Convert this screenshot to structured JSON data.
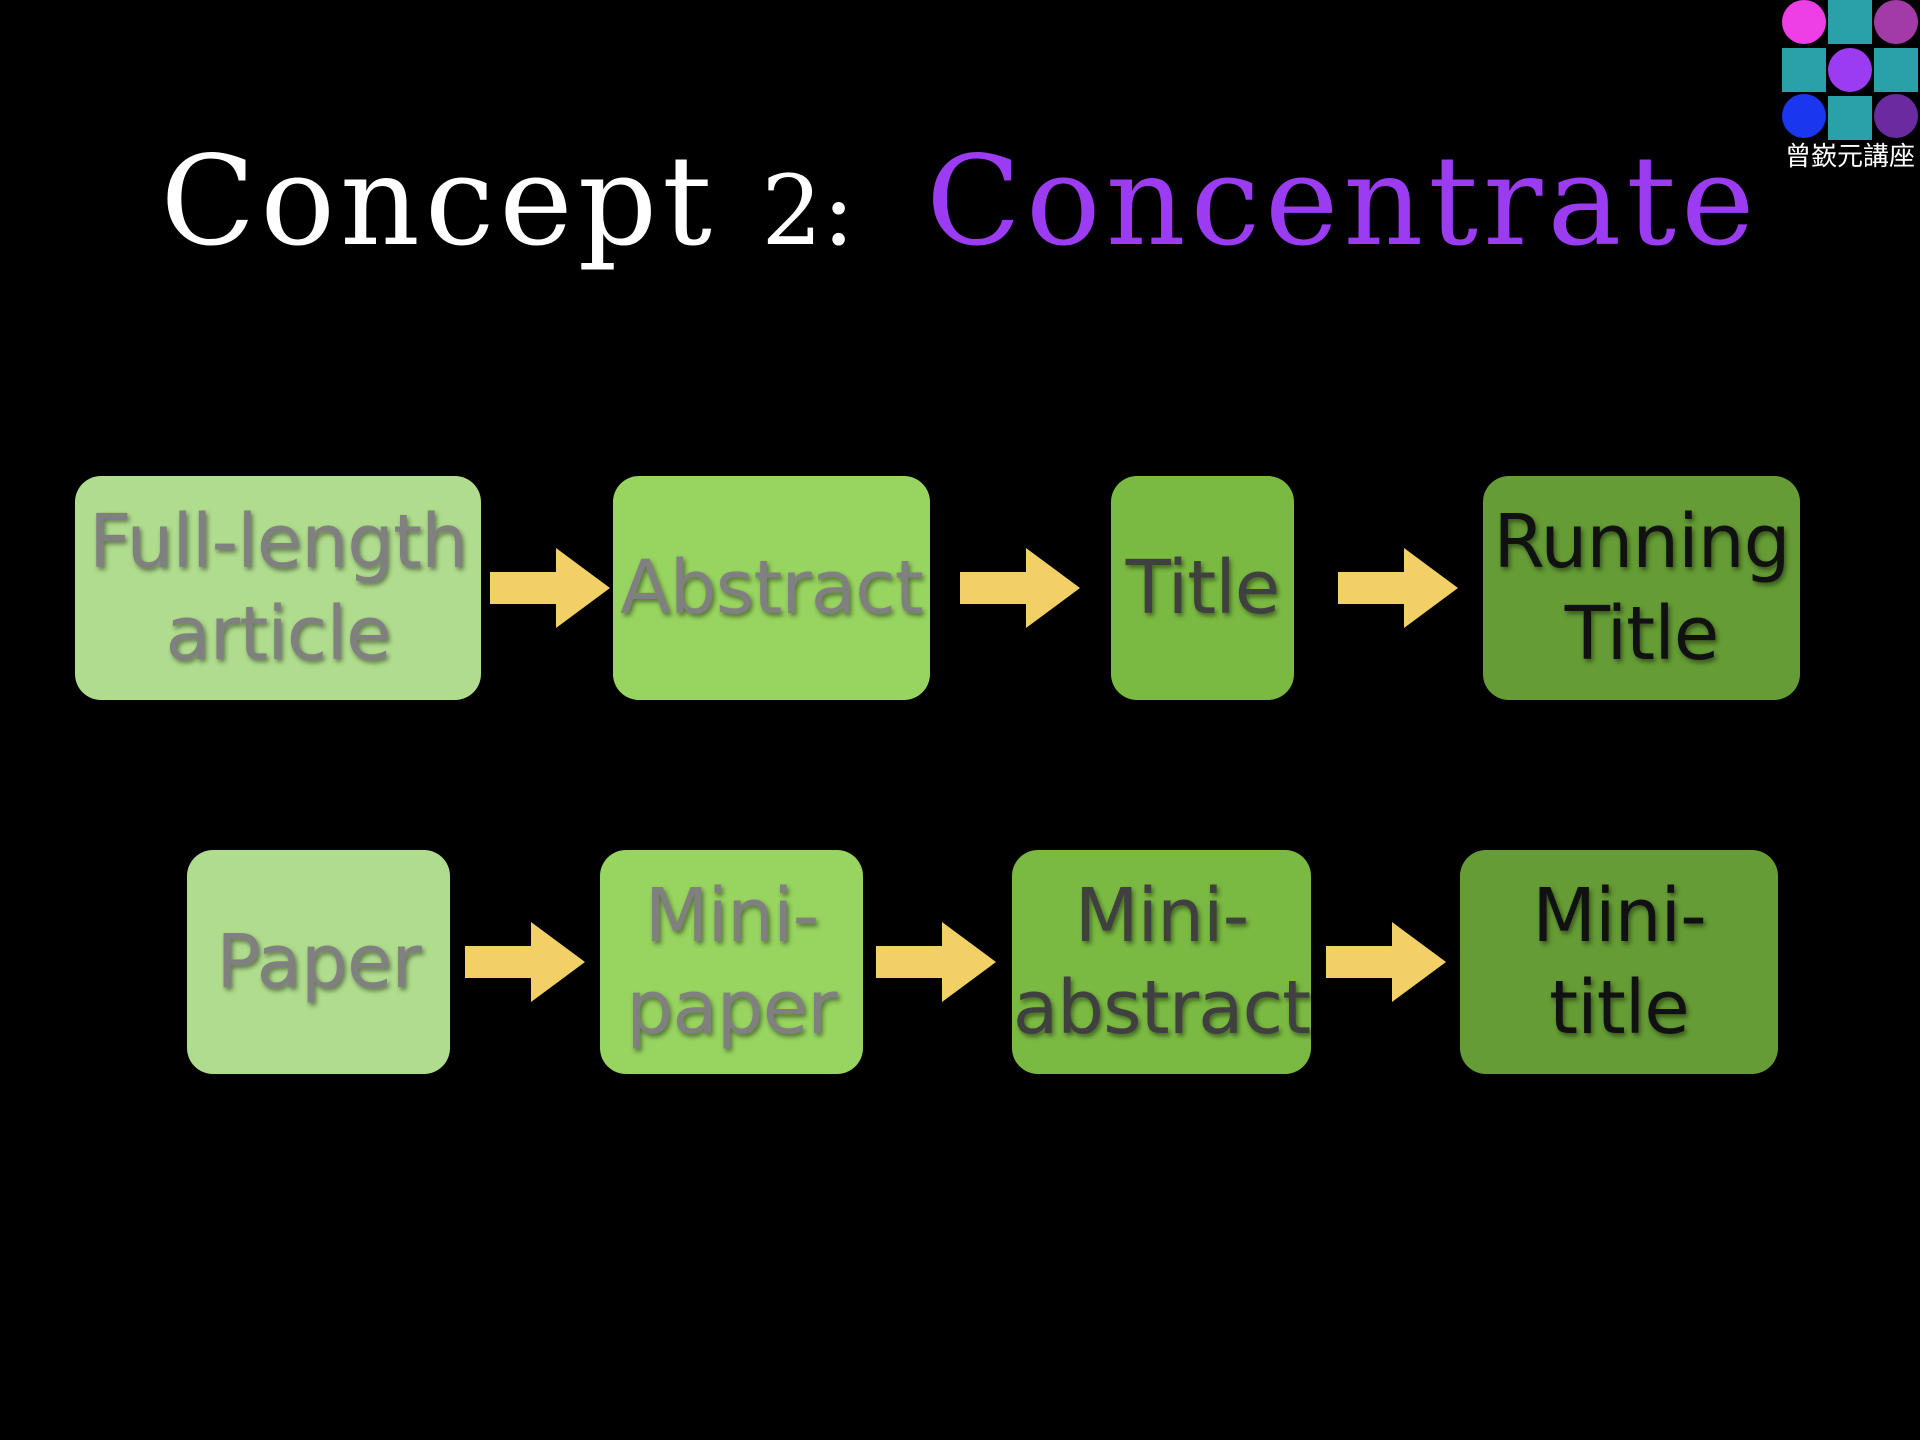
{
  "slide": {
    "background": "#000000",
    "title": {
      "prefix": "Concept",
      "number": "2",
      "colon": ":",
      "accent": "Concentrate",
      "accent_color": "#9b3cf2"
    },
    "logo": {
      "label": "曾嶔元講座",
      "icon": "dot-grid-logo-icon"
    },
    "rows": [
      {
        "boxes": [
          {
            "label": "Full-length\narticle",
            "fill": "#b0dc8e",
            "text_color": "#808080"
          },
          {
            "label": "Abstract",
            "fill": "#98d460",
            "text_color": "#808080"
          },
          {
            "label": "Title",
            "fill": "#7aba42",
            "text_color": "#404040"
          },
          {
            "label": "Running\nTitle",
            "fill": "#659c35",
            "text_color": "#111111"
          }
        ]
      },
      {
        "boxes": [
          {
            "label": "Paper",
            "fill": "#b0dc8e",
            "text_color": "#808080"
          },
          {
            "label": "Mini-\npaper",
            "fill": "#98d460",
            "text_color": "#808080"
          },
          {
            "label": "Mini-\nabstract",
            "fill": "#7aba42",
            "text_color": "#404040"
          },
          {
            "label": "Mini-\ntitle",
            "fill": "#659c35",
            "text_color": "#111111"
          }
        ]
      }
    ],
    "arrow_color": "#f2d066",
    "arrow_icon": "right-arrow-icon"
  }
}
